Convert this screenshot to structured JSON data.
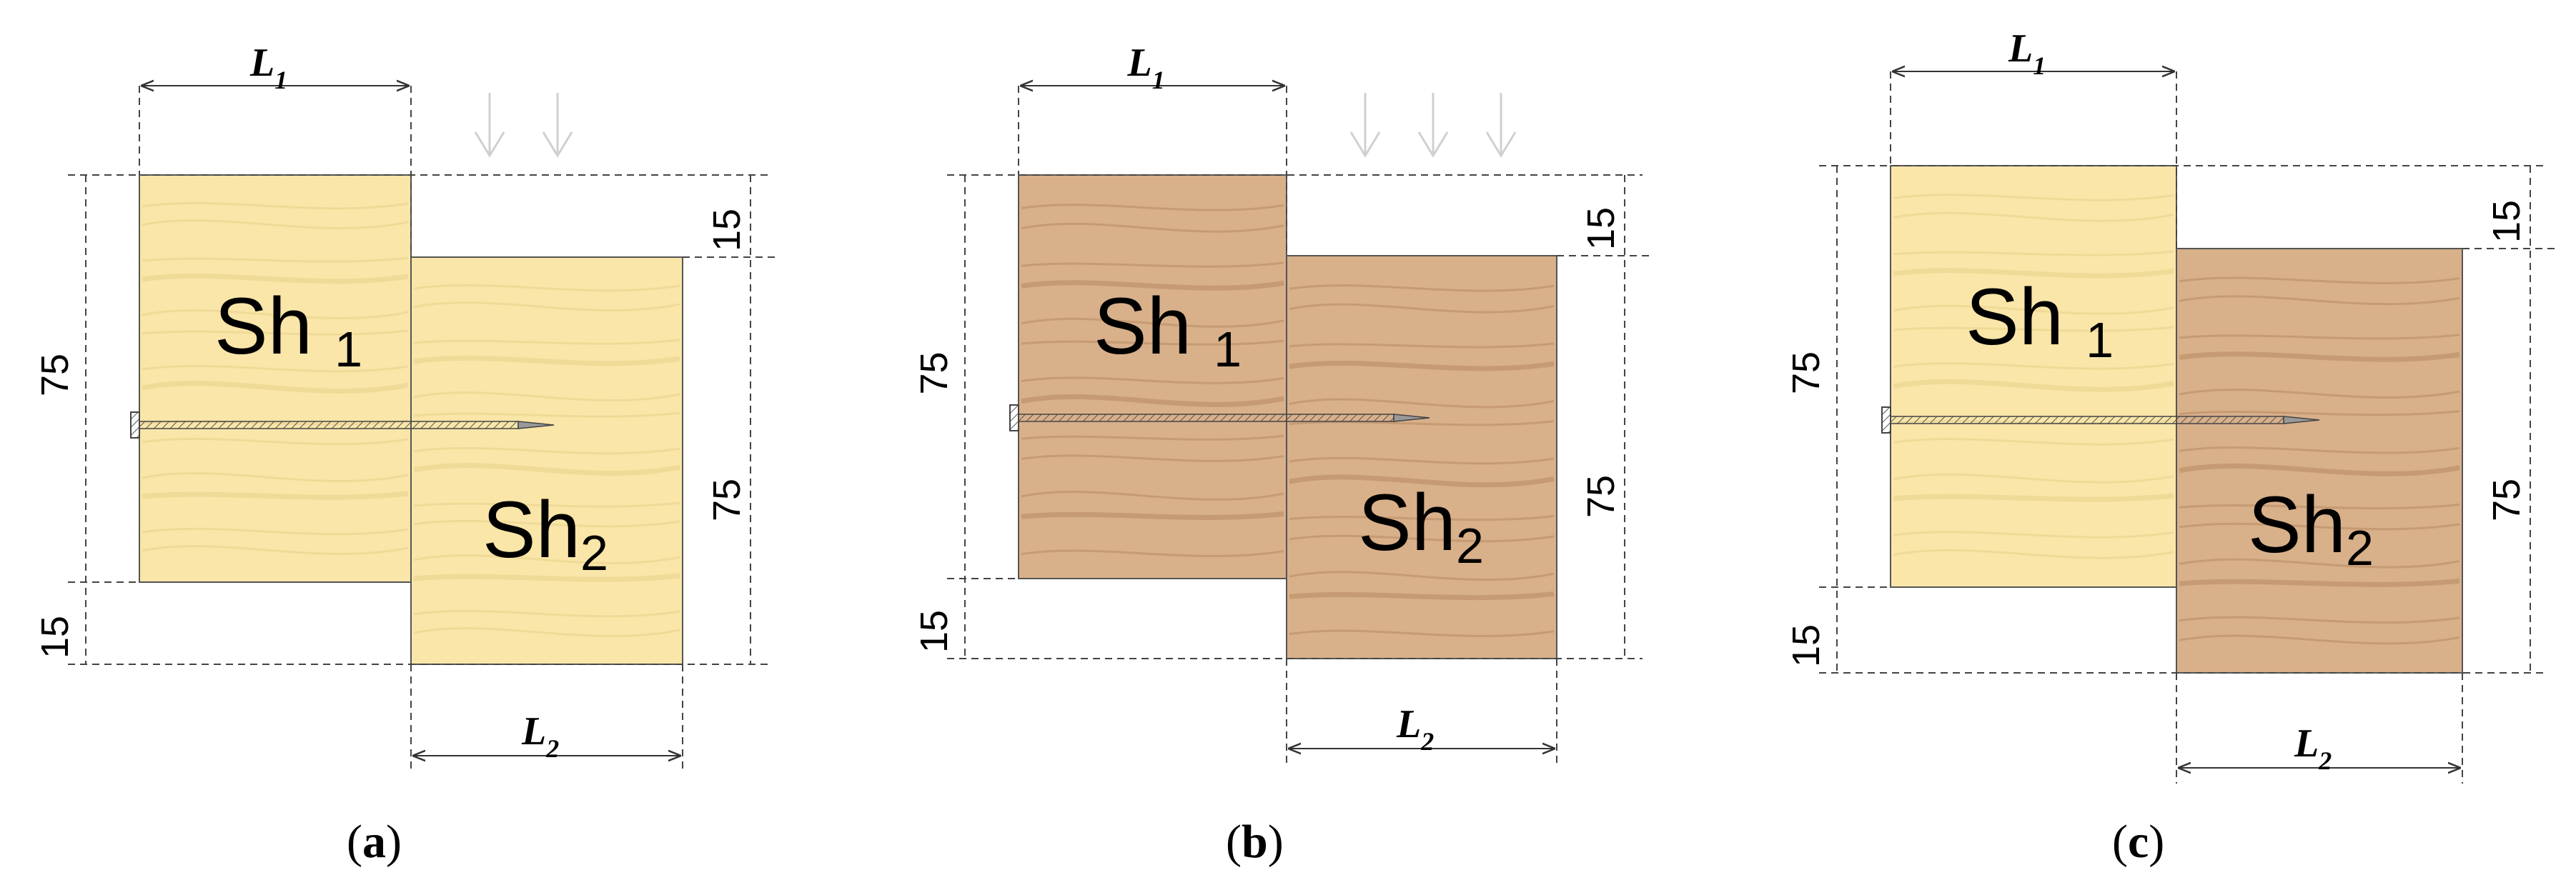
{
  "colors": {
    "light_wood": "#f9e6a8",
    "light_wood_grain": "#ead08a",
    "dark_wood": "#d8b08a",
    "dark_wood_grain": "#b88a62",
    "dimension_line": "#444444",
    "load_arrow": "#d0d0d0"
  },
  "diagram": {
    "dimensions": {
      "depth": "75",
      "offset": "15"
    },
    "length_labels": {
      "first": "L",
      "first_sub": "1",
      "second": "L",
      "second_sub": "2"
    },
    "sheet_labels": {
      "first": "Sh",
      "first_sub": "1",
      "second": "Sh",
      "second_sub": "2"
    },
    "panels": [
      {
        "id": "a",
        "caption_open": "(",
        "caption_letter": "a",
        "caption_close": ")",
        "sheet1_material": "light",
        "sheet2_material": "light",
        "load_arrows": 2
      },
      {
        "id": "b",
        "caption_open": "(",
        "caption_letter": "b",
        "caption_close": ")",
        "sheet1_material": "dark",
        "sheet2_material": "dark",
        "load_arrows": 3
      },
      {
        "id": "c",
        "caption_open": "(",
        "caption_letter": "c",
        "caption_close": ")",
        "sheet1_material": "light",
        "sheet2_material": "dark",
        "load_arrows": 0
      }
    ]
  }
}
